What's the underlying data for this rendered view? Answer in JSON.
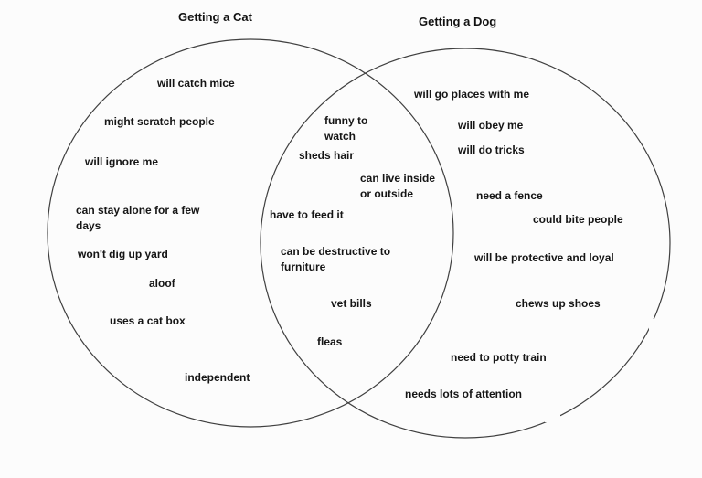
{
  "diagram": {
    "type": "venn",
    "background_color": "#fcfcfc",
    "circle_stroke_color": "#404040",
    "text_color": "#151515",
    "left": {
      "title": "Getting a Cat",
      "items": [
        "will catch mice",
        "might scratch people",
        "will ignore me",
        "can stay alone for a few\ndays",
        "won't dig up yard",
        "aloof",
        "uses a cat box",
        "independent"
      ]
    },
    "right": {
      "title": "Getting a Dog",
      "items": [
        "will go places with me",
        "will obey me",
        "will do tricks",
        "need a fence",
        "could bite people",
        "will be protective and loyal",
        "chews up shoes",
        "need to potty train",
        "needs lots of attention"
      ]
    },
    "intersection": {
      "items": [
        "funny to\nwatch",
        "sheds hair",
        "can live inside\nor outside",
        "have to feed it",
        "can be destructive to\nfurniture",
        "vet bills",
        "fleas"
      ]
    }
  }
}
